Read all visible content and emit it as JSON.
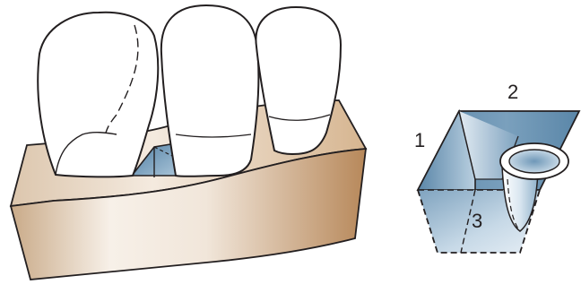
{
  "labels": {
    "one": "1",
    "two": "2",
    "three": "3"
  },
  "colors": {
    "outline": "#231f20",
    "gum_light": "#f6ede4",
    "gum_dark": "#b8895a",
    "block_blue_dark": "#5a86a8",
    "block_blue_light": "#dbe8f1",
    "tooth_fill": "#ffffff"
  }
}
